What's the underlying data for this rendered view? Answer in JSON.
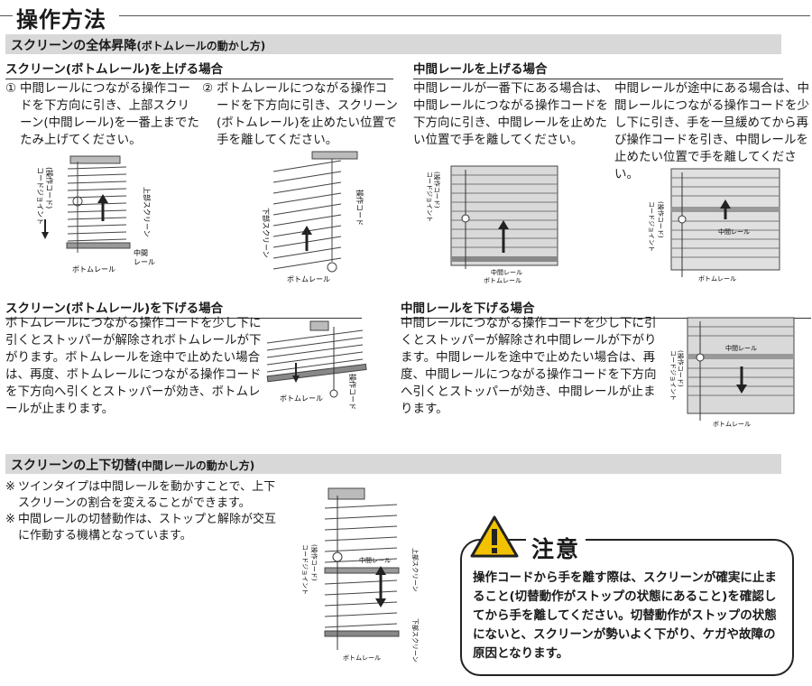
{
  "page_title": "操作方法",
  "section1": {
    "heading": "スクリーンの全体昇降",
    "heading_sub": "(ボトムレールの動かし方)",
    "raise": {
      "heading": "スクリーン(ボトムレール)を上げる場合",
      "step1_num": "①",
      "step1_text": "中間レールにつながる操作コードを下方向に引き、上部スクリーン(中間レール)を一番上までたたみ上げてください。",
      "step2_num": "②",
      "step2_text": "ボトムレールにつながる操作コードを下方向に引き、スクリーン(ボトムレール)を止めたい位置で手を離してください。",
      "fig1_labels": {
        "cord": "(操作コード)",
        "joint": "コードジョイント",
        "upper": "上部スクリーン",
        "middle": "中間",
        "middle2": "レール",
        "bottom": "ボトムレール"
      },
      "fig2_labels": {
        "cord": "操作コード",
        "lower": "下部スクリーン",
        "bottom": "ボトムレール"
      }
    },
    "lower": {
      "heading": "スクリーン(ボトムレール)を下げる場合",
      "text": "ボトムレールにつながる操作コードを少し下に引くとストッパーが解除されボトムレールが下がります。ボトムレールを途中で止めたい場合は、再度、ボトムレールにつながる操作コードを下方向へ引くとストッパーが効き、ボトムレールが止まります。",
      "fig_labels": {
        "bottom": "ボトムレール",
        "cord": "操作コード"
      }
    }
  },
  "middle_rail": {
    "raise_heading": "中間レールを上げる場合",
    "raise_text_a": "中間レールが一番下にある場合は、中間レールにつながる操作コードを下方向に引き、中間レールを止めたい位置で手を離してください。",
    "raise_text_b": "中間レールが途中にある場合は、中間レールにつながる操作コードを少し下に引き、手を一旦緩めてから再び操作コードを引き、中間レールを止めたい位置で手を離してください。",
    "fig_a_labels": {
      "cord": "(操作コード)",
      "joint": "コードジョイント",
      "middle": "中間レール",
      "bottom": "ボトムレール"
    },
    "fig_b_labels": {
      "cord": "(操作コード)",
      "joint": "コードジョイント",
      "middle": "中間レール",
      "bottom": "ボトムレール"
    },
    "lower_heading": "中間レールを下げる場合",
    "lower_text": "中間レールにつながる操作コードを少し下に引くとストッパーが解除され中間レールが下がります。中間レールを途中で止めたい場合は、再度、中間レールにつながる操作コードを下方向へ引くとストッパーが効き、中間レールが止まります。",
    "fig_c_labels": {
      "middle": "中間レール",
      "cord": "(操作コード)",
      "joint": "コードジョイント",
      "bottom": "ボトムレール"
    }
  },
  "section2": {
    "heading": "スクリーンの上下切替",
    "heading_sub": "(中間レールの動かし方)",
    "note1_mark": "※",
    "note1_text": "ツインタイプは中間レールを動かすことで、上下スクリーンの割合を変えることができます。",
    "note2_mark": "※",
    "note2_text": "中間レールの切替動作は、ストップと解除が交互に作動する機構となっています。",
    "fig_labels": {
      "cord": "(操作コード)",
      "joint": "コードジョイント",
      "middle": "中間レール",
      "upper": "上部スクリーン",
      "lower": "下部スクリーン",
      "bottom": "ボトムレール"
    }
  },
  "caution": {
    "title": "注意",
    "text": "操作コードから手を離す際は、スクリーンが確実に止まること(切替動作がストップの状態にあること)を確認してから手を離してください。切替動作がストップの状態にないと、スクリーンが勢いよく下がり、ケガや故障の原因となります。",
    "icon_color": "#f2c200"
  }
}
